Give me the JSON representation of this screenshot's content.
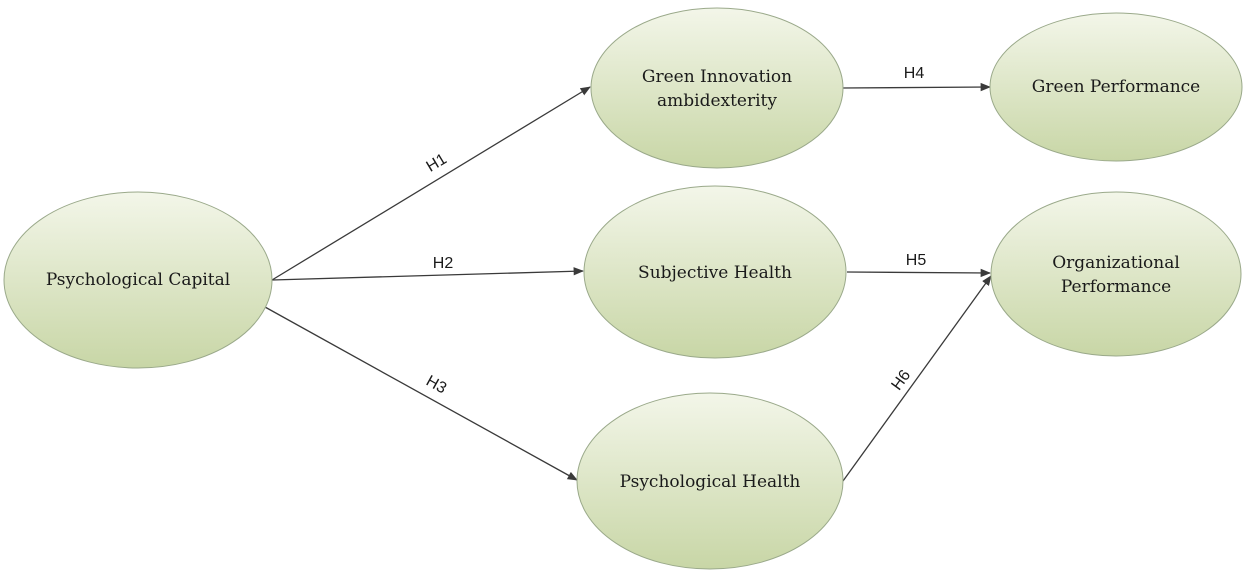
{
  "diagram": {
    "nodes": [
      {
        "id": "psych-capital",
        "lines": [
          "Psychological Capital"
        ]
      },
      {
        "id": "green-innovation",
        "lines": [
          "Green Innovation",
          "ambidexterity"
        ]
      },
      {
        "id": "subjective-health",
        "lines": [
          "Subjective Health"
        ]
      },
      {
        "id": "psychological-health",
        "lines": [
          "Psychological Health"
        ]
      },
      {
        "id": "green-performance",
        "lines": [
          "Green Performance"
        ]
      },
      {
        "id": "organizational-performance",
        "lines": [
          "Organizational",
          "Performance"
        ]
      }
    ],
    "edges": [
      {
        "id": "h1",
        "label": "H1",
        "from": "psych-capital",
        "to": "green-innovation"
      },
      {
        "id": "h2",
        "label": "H2",
        "from": "psych-capital",
        "to": "subjective-health"
      },
      {
        "id": "h3",
        "label": "H3",
        "from": "psych-capital",
        "to": "psychological-health"
      },
      {
        "id": "h4",
        "label": "H4",
        "from": "green-innovation",
        "to": "green-performance"
      },
      {
        "id": "h5",
        "label": "H5",
        "from": "subjective-health",
        "to": "organizational-performance"
      },
      {
        "id": "h6",
        "label": "H6",
        "from": "psychological-health",
        "to": "organizational-performance"
      }
    ],
    "colors": {
      "fill_top": "#f3f6e9",
      "fill_bottom": "#c8d6a6",
      "stroke": "#9aa98a",
      "line": "#3a3a3a"
    }
  }
}
